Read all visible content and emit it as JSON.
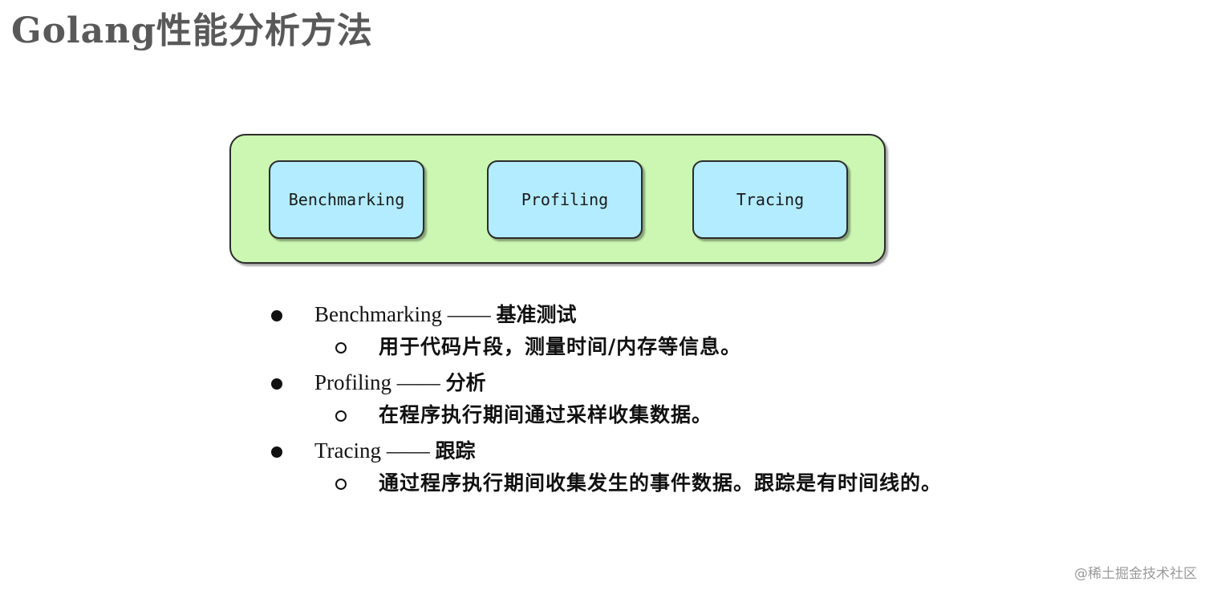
{
  "page": {
    "title": "Golang性能分析方法"
  },
  "diagram": {
    "nodes": [
      {
        "label": "Benchmarking"
      },
      {
        "label": "Profiling"
      },
      {
        "label": "Tracing"
      }
    ],
    "colors": {
      "outer_fill": "#ccf7b3",
      "node_fill": "#b3ecff",
      "border": "#2b2b2b"
    }
  },
  "bullets": [
    {
      "term": "Benchmarking",
      "dash": "——",
      "meaning": "基准测试",
      "detail": "用于代码片段，测量时间/内存等信息。"
    },
    {
      "term": "Profiling",
      "dash": "——",
      "meaning": "分析",
      "detail": "在程序执行期间通过采样收集数据。"
    },
    {
      "term": "Tracing",
      "dash": "——",
      "meaning": "跟踪",
      "detail": "通过程序执行期间收集发生的事件数据。跟踪是有时间线的。"
    }
  ],
  "watermark": "@稀土掘金技术社区"
}
